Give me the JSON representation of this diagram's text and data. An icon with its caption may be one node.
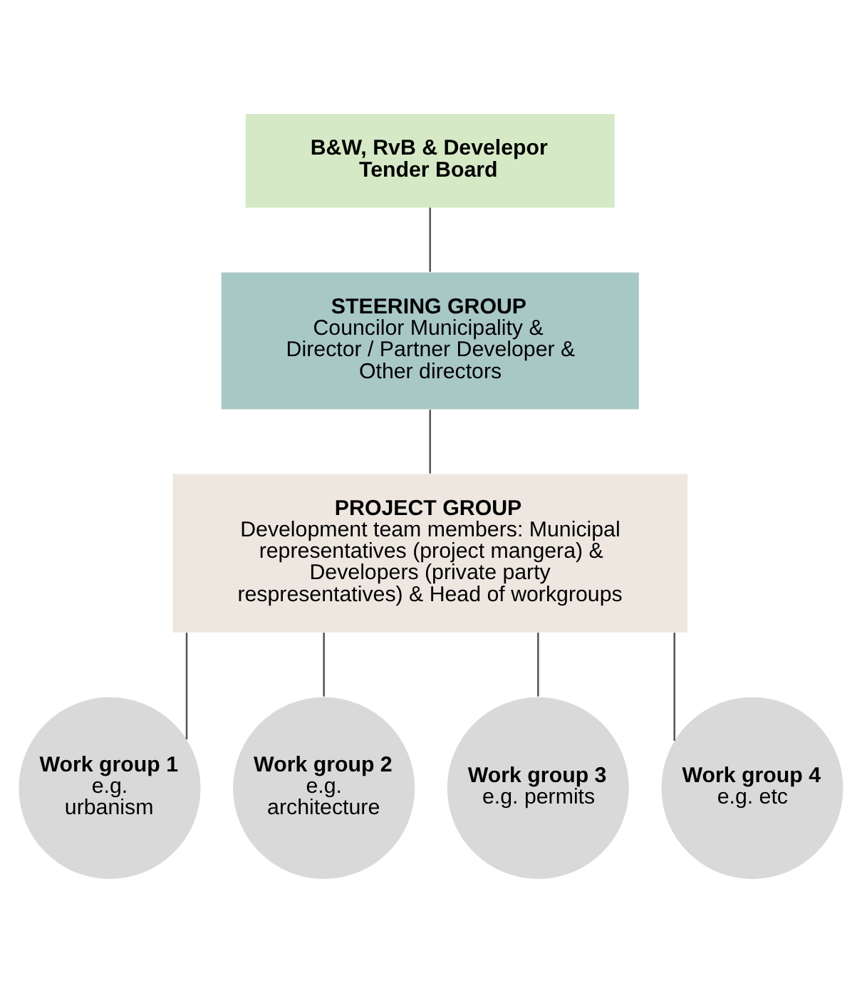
{
  "diagram": {
    "nodes": [
      {
        "text": [
          "B&W, RvB & Develepor Tender Board"
        ]
      },
      {
        "text": [
          "STEERING GROUP",
          "Councilor Municipality & Director / Partner Developer & Other directors"
        ]
      },
      {
        "text": [
          "PROJECT GROUP",
          "Development team members: Municipal representatives (project mangera) & Developers (private party respresentatives) & Head of workgroups"
        ]
      },
      {
        "text": [
          "Work group 1",
          "e.g. urbanism"
        ]
      },
      {
        "text": [
          "Work group 2",
          "e.g. architecture"
        ]
      },
      {
        "text": [
          "Work group 3",
          "e.g. permits"
        ]
      },
      {
        "text": [
          "Work group 4",
          "e.g. etc"
        ]
      }
    ],
    "edges": [
      {
        "from": 0,
        "to": 1,
        "arrow": "none"
      },
      {
        "from": 1,
        "to": 2,
        "arrow": "none"
      },
      {
        "from": 2,
        "to": 3,
        "arrow": "none"
      },
      {
        "from": 2,
        "to": 4,
        "arrow": "none"
      },
      {
        "from": 2,
        "to": 5,
        "arrow": "none"
      },
      {
        "from": 2,
        "to": 6,
        "arrow": "none"
      }
    ]
  }
}
